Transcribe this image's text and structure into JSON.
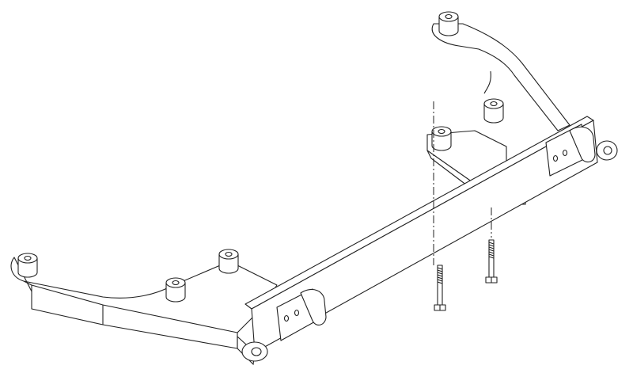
{
  "diagram": {
    "line_color": "#222222",
    "background": "#ffffff",
    "parts": [
      "crossbar",
      "left-mount-bracket",
      "right-mount-bracket",
      "center-mount-plate",
      "bushings",
      "bolts"
    ]
  }
}
